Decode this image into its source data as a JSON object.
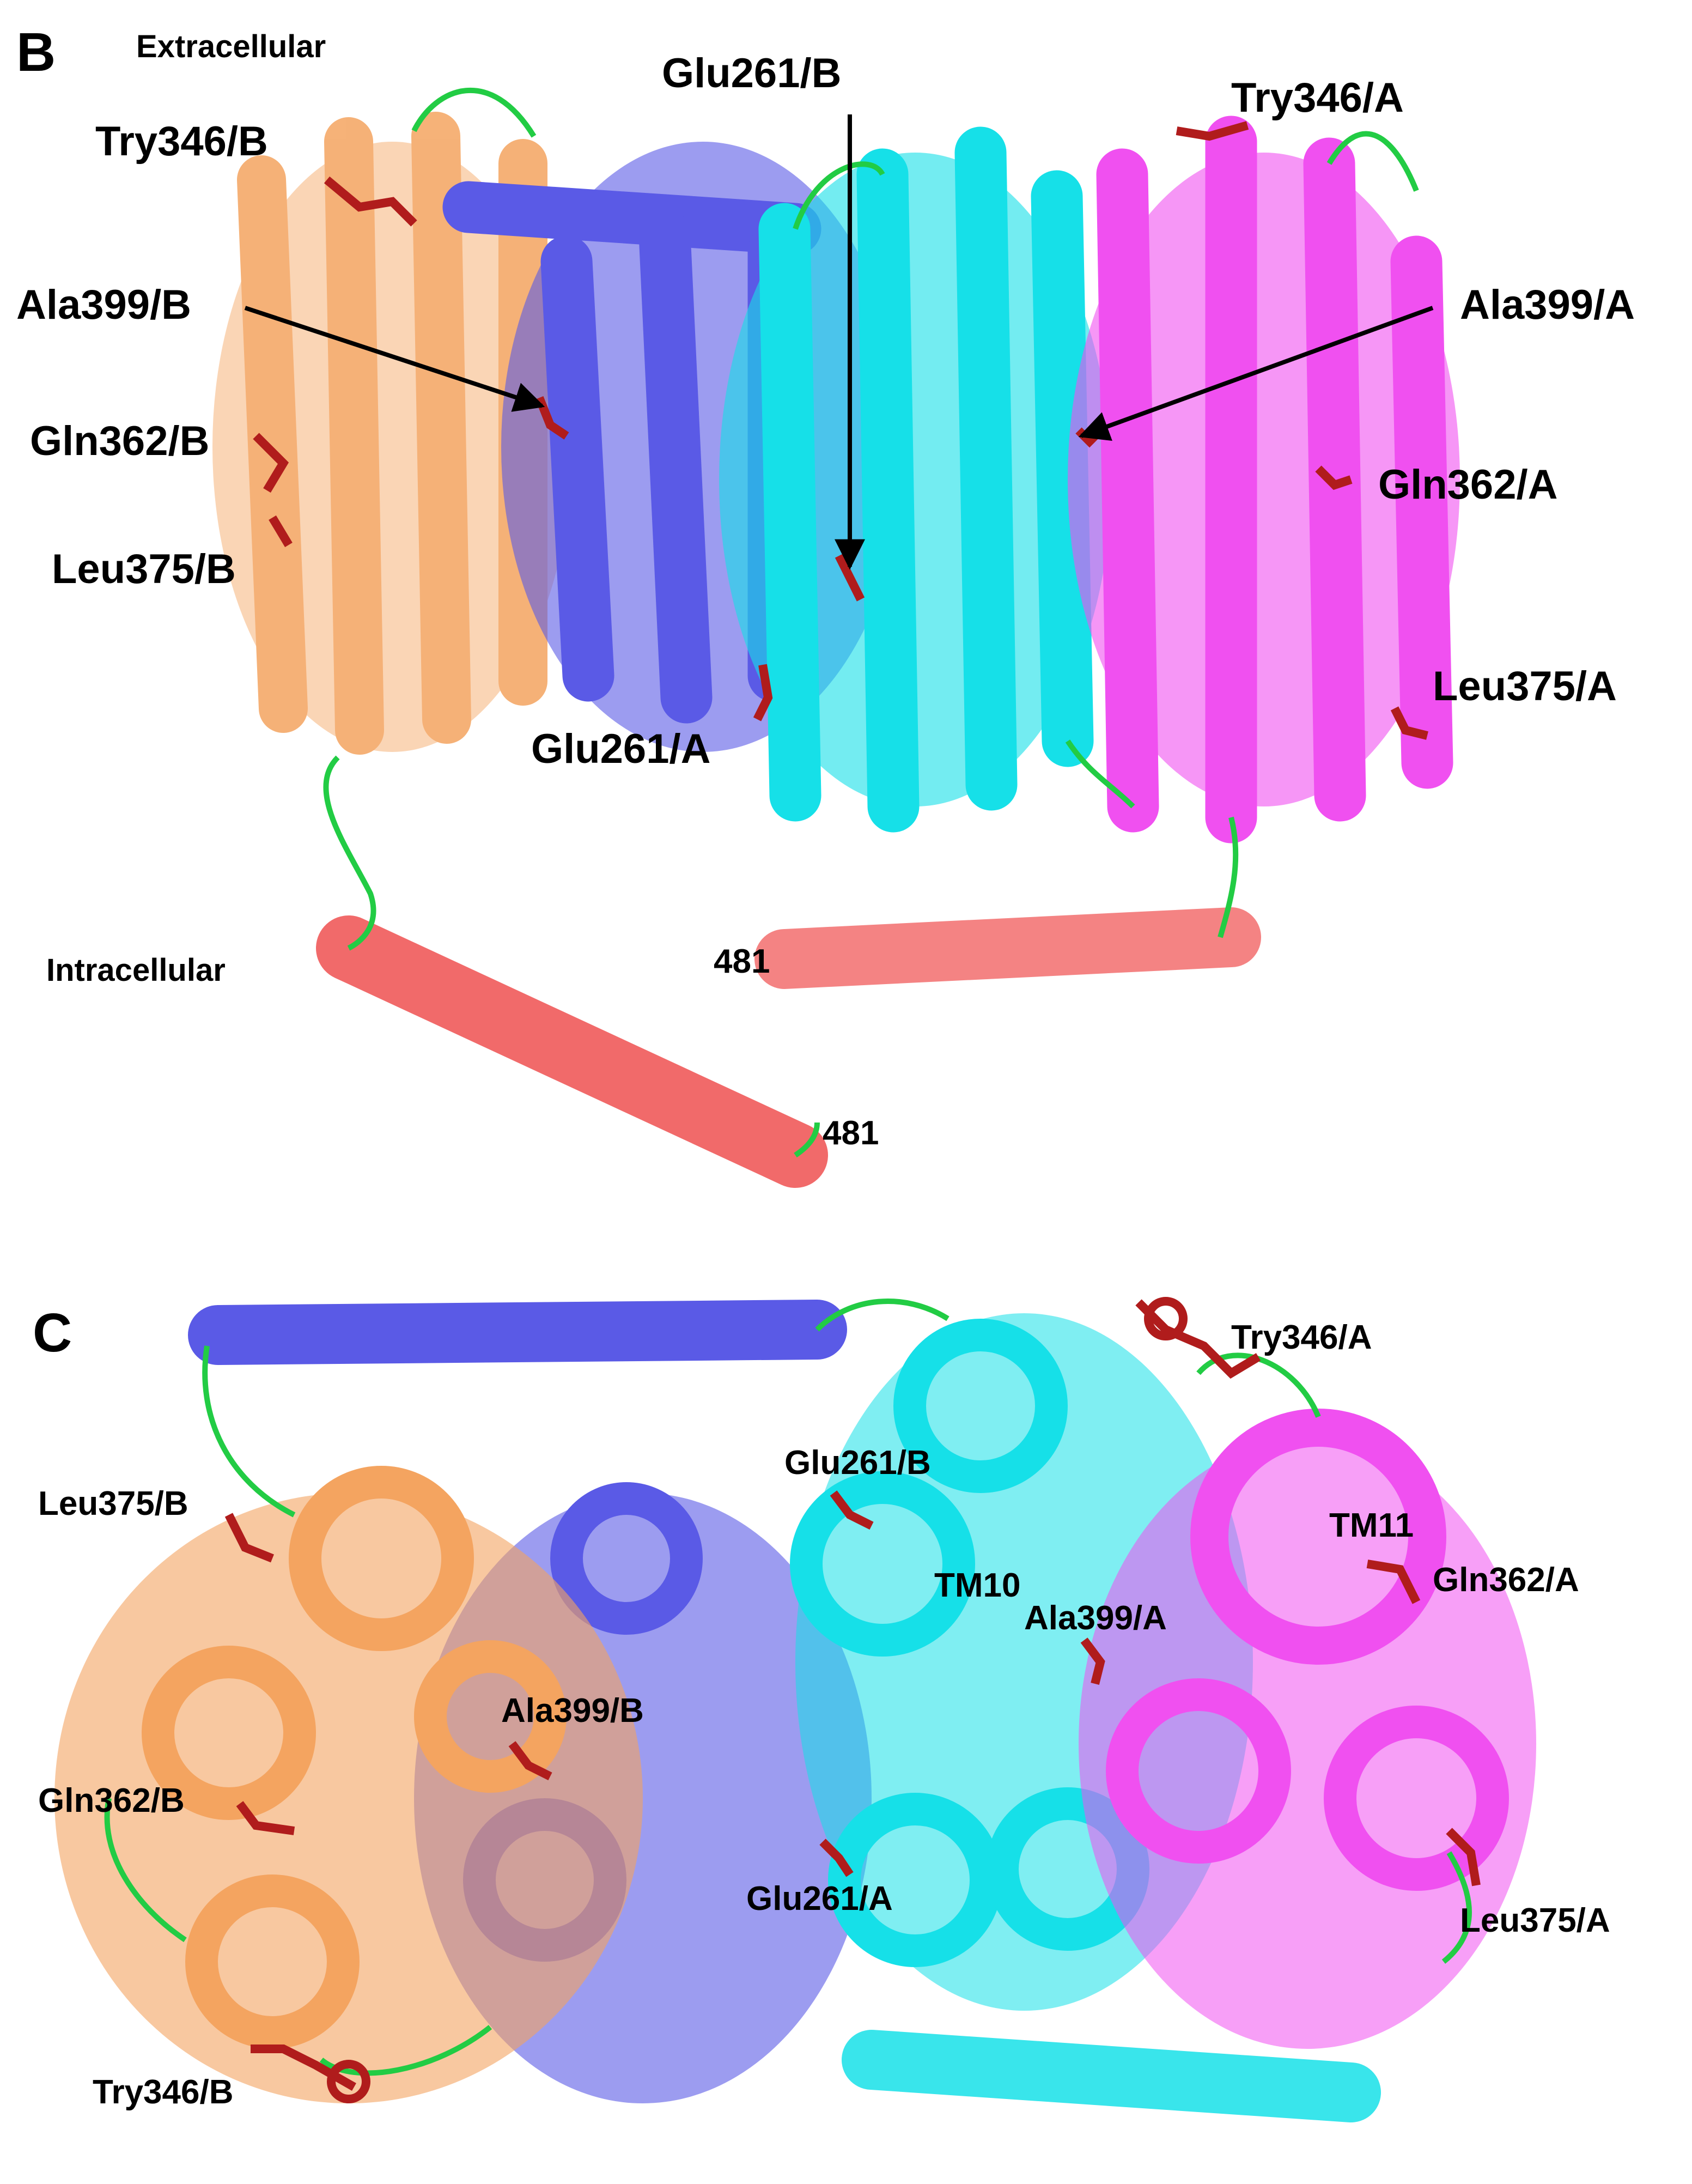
{
  "colors": {
    "orange": "#f4a460",
    "blue": "#5a5ae6",
    "cyan": "#16e0e8",
    "magenta": "#f050f0",
    "salmon": "#f05a5a",
    "loop": "#22cc44",
    "residue": "#b01c1c",
    "arrow": "#000000"
  },
  "panelB": {
    "letter": "B",
    "extracellular": "Extracellular",
    "intracellular": "Intracellular",
    "labels": {
      "try346_b": "Try346/B",
      "glu261_b": "Glu261/B",
      "try346_a": "Try346/A",
      "ala399_b": "Ala399/B",
      "ala399_a": "Ala399/A",
      "gln362_b": "Gln362/B",
      "gln362_a": "Gln362/A",
      "leu375_b": "Leu375/B",
      "leu375_a": "Leu375/A",
      "glu261_a": "Glu261/A",
      "term_481_a": "481",
      "term_481_b": "481"
    }
  },
  "panelC": {
    "letter": "C",
    "labels": {
      "try346_a": "Try346/A",
      "leu375_b": "Leu375/B",
      "glu261_b": "Glu261/B",
      "tm11": "TM11",
      "gln362_a": "Gln362/A",
      "tm10": "TM10",
      "ala399_a": "Ala399/A",
      "ala399_b": "Ala399/B",
      "gln362_b": "Gln362/B",
      "glu261_a": "Glu261/A",
      "leu375_a": "Leu375/A",
      "try346_b": "Try346/B"
    }
  }
}
